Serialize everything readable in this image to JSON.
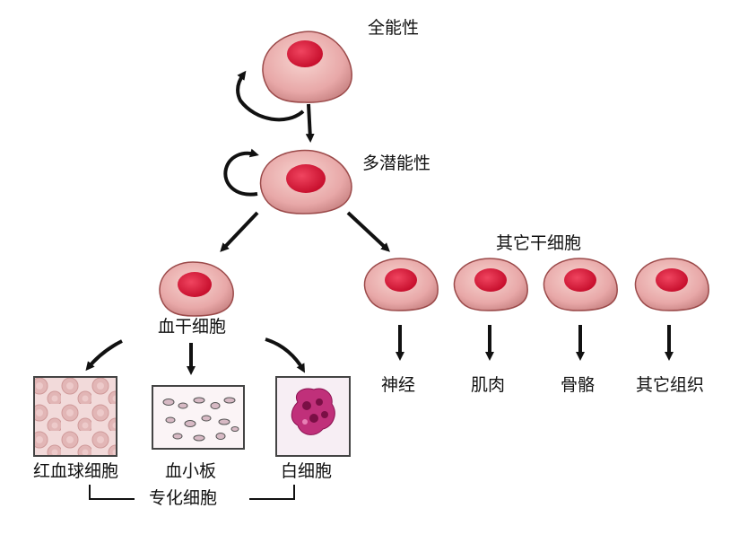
{
  "labels": {
    "totipotent": "全能性",
    "multipotent": "多潜能性",
    "hematopoietic_stem_cell": "血干细胞",
    "other_stem_cells": "其它干细胞",
    "red_blood_cell": "红血球细胞",
    "platelet": "血小板",
    "white_blood_cell": "白细胞",
    "specialized_cells": "专化细胞",
    "nerve": "神经",
    "muscle": "肌肉",
    "bone": "骨骼",
    "other_tissue": "其它组织"
  },
  "colors": {
    "cell_body": "#e8a8a8",
    "cell_outline": "#8a3a3a",
    "nucleus": "#d81c3a",
    "arrow": "#111111"
  }
}
